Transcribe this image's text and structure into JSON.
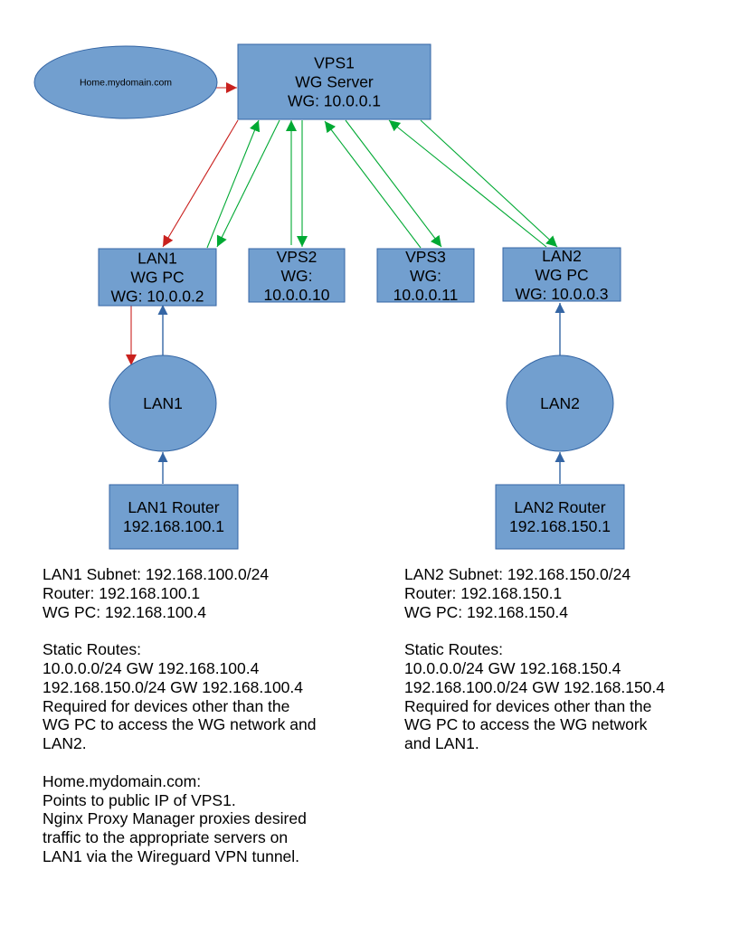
{
  "colors": {
    "node_fill": "#729fcf",
    "node_stroke": "#3465a4",
    "arrow_red": "#c9211e",
    "arrow_green": "#00a933",
    "arrow_blue": "#3465a4"
  },
  "nodes": {
    "home_domain": {
      "label": [
        "Home.mydomain.com"
      ],
      "shape": "ellipse"
    },
    "vps1": {
      "label": [
        "VPS1",
        "WG Server",
        "WG: 10.0.0.1"
      ],
      "shape": "rect"
    },
    "lan1_wgpc": {
      "label": [
        "LAN1",
        "WG PC",
        "WG: 10.0.0.2"
      ],
      "shape": "rect"
    },
    "vps2": {
      "label": [
        "VPS2",
        "WG:",
        "10.0.0.10"
      ],
      "shape": "rect"
    },
    "vps3": {
      "label": [
        "VPS3",
        "WG:",
        "10.0.0.11"
      ],
      "shape": "rect"
    },
    "lan2_wgpc": {
      "label": [
        "LAN2",
        "WG PC",
        "WG: 10.0.0.3"
      ],
      "shape": "rect"
    },
    "lan1": {
      "label": [
        "LAN1"
      ],
      "shape": "ellipse"
    },
    "lan2": {
      "label": [
        "LAN2"
      ],
      "shape": "ellipse"
    },
    "lan1_router": {
      "label": [
        "LAN1 Router",
        "192.168.100.1"
      ],
      "shape": "rect"
    },
    "lan2_router": {
      "label": [
        "LAN2 Router",
        "192.168.150.1"
      ],
      "shape": "rect"
    }
  },
  "edges": [
    {
      "from": "home_domain",
      "to": "vps1",
      "color": "red"
    },
    {
      "from": "vps1",
      "to": "lan1_wgpc",
      "color": "red"
    },
    {
      "from": "lan1_wgpc",
      "to": "vps1",
      "color": "green"
    },
    {
      "from": "vps1",
      "to": "lan1_wgpc",
      "color": "green"
    },
    {
      "from": "vps2",
      "to": "vps1",
      "color": "green"
    },
    {
      "from": "vps1",
      "to": "vps2",
      "color": "green"
    },
    {
      "from": "vps3",
      "to": "vps1",
      "color": "green"
    },
    {
      "from": "vps1",
      "to": "vps3",
      "color": "green"
    },
    {
      "from": "lan2_wgpc",
      "to": "vps1",
      "color": "green"
    },
    {
      "from": "vps1",
      "to": "lan2_wgpc",
      "color": "green"
    },
    {
      "from": "lan1_wgpc",
      "to": "lan1",
      "color": "red"
    },
    {
      "from": "lan1",
      "to": "lan1_wgpc",
      "color": "blue"
    },
    {
      "from": "lan1_router",
      "to": "lan1",
      "color": "blue"
    },
    {
      "from": "lan2",
      "to": "lan2_wgpc",
      "color": "blue"
    },
    {
      "from": "lan2_router",
      "to": "lan2",
      "color": "blue"
    }
  ],
  "notes": {
    "lan1": [
      "LAN1 Subnet: 192.168.100.0/24",
      "Router: 192.168.100.1",
      "WG PC: 192.168.100.4",
      "",
      "Static Routes:",
      "10.0.0.0/24 GW 192.168.100.4",
      "192.168.150.0/24 GW 192.168.100.4",
      "Required for devices other than the",
      "WG PC to access the WG network and",
      "LAN2.",
      "",
      "Home.mydomain.com:",
      "Points to public IP of VPS1.",
      "Nginx Proxy Manager proxies desired",
      "traffic to the appropriate servers on",
      "LAN1 via the Wireguard VPN tunnel."
    ],
    "lan2": [
      "LAN2 Subnet: 192.168.150.0/24",
      "Router: 192.168.150.1",
      "WG PC: 192.168.150.4",
      "",
      "Static Routes:",
      "10.0.0.0/24 GW 192.168.150.4",
      "192.168.100.0/24 GW 192.168.150.4",
      "Required for devices other than the",
      "WG PC to access the WG network",
      "and LAN1."
    ]
  }
}
